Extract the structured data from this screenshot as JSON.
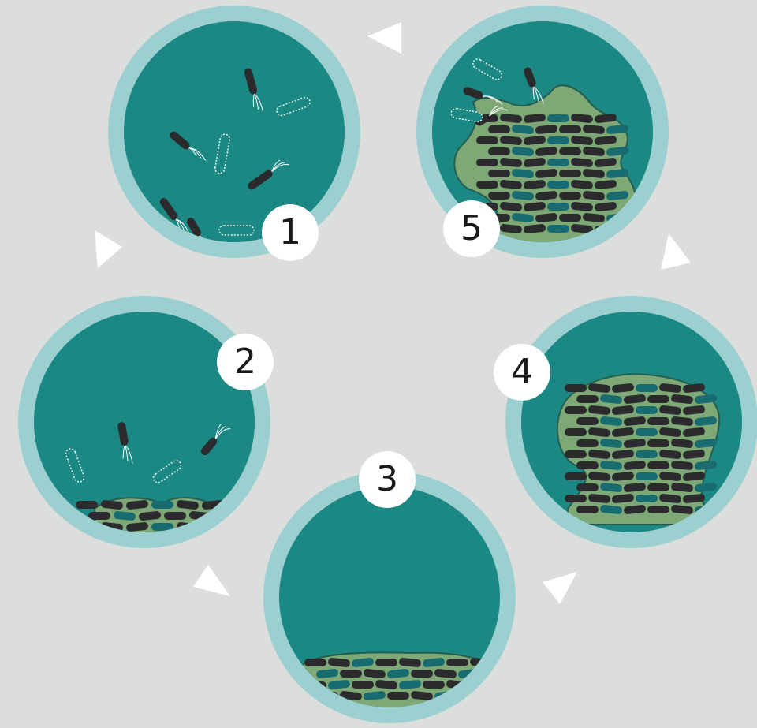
{
  "stages": [
    {
      "number": "1",
      "description": "free-swimming-bacteria"
    },
    {
      "number": "2",
      "description": "attachment"
    },
    {
      "number": "3",
      "description": "monolayer-formation"
    },
    {
      "number": "4",
      "description": "biofilm-maturation"
    },
    {
      "number": "5",
      "description": "dispersal"
    }
  ],
  "colors": {
    "background": "#dcdddd",
    "well_rim": "#9ccfcf",
    "medium": "#1c8884",
    "matrix": "#7ea876",
    "matrix_edge": "#245e50",
    "cell_dark": "#2b2b2e",
    "cell_teal": "#186b6f",
    "arrow": "#ffffff",
    "badge": "#ffffff"
  }
}
